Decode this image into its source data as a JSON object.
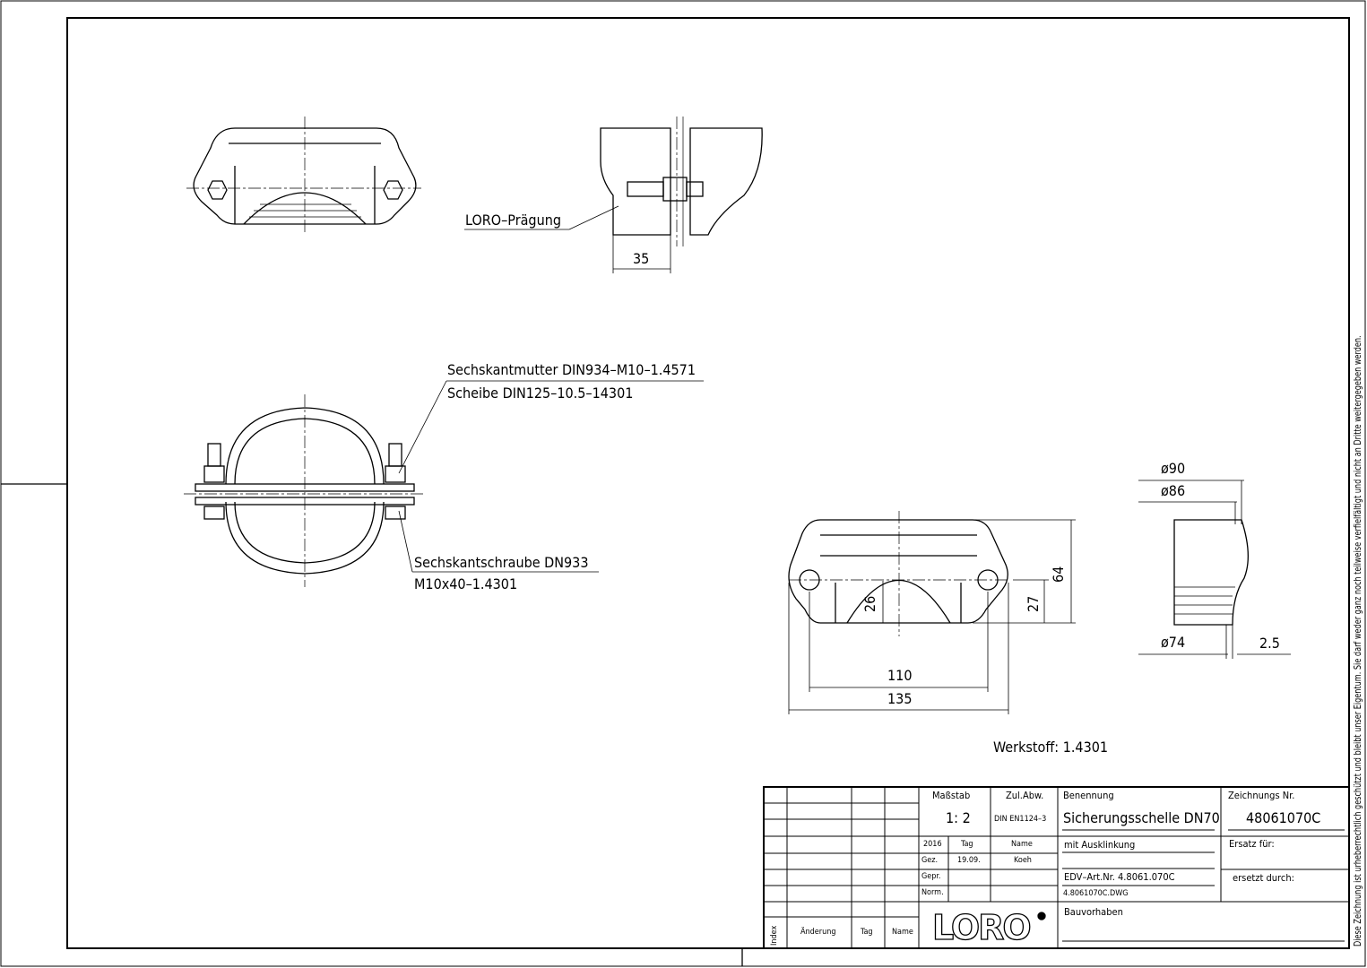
{
  "annotations": {
    "loro_embossing": "LORO–Prägung",
    "dim_35": "35",
    "nut": "Sechskantmutter DIN934–M10–1.4571",
    "washer": "Scheibe DIN125–10.5–14301",
    "bolt_line1": "Sechskantschraube DN933",
    "bolt_line2": "M10x40–1.4301",
    "dim_110": "110",
    "dim_135": "135",
    "dim_26": "26",
    "dim_27": "27",
    "dim_64": "64",
    "dia_90": "ø90",
    "dia_86": "ø86",
    "dia_74": "ø74",
    "dim_2_5": "2.5",
    "material": "Werkstoff:  1.4301"
  },
  "title_block": {
    "scale_label": "Maßstab",
    "scale_value": "1: 2",
    "tolerance_label": "Zul.Abw.",
    "tolerance_value": "DIN EN1124–3",
    "designation_label": "Benennung",
    "designation_value": "Sicherungsschelle DN70",
    "designation_line2": "mit Ausklinkung",
    "drawing_no_label": "Zeichnungs Nr.",
    "drawing_no_value": "48061070C",
    "replaces_label": "Ersatz für:",
    "replaced_by_label": "ersetzt durch:",
    "year": "2016",
    "day_label": "Tag",
    "name_label": "Name",
    "drawn_label": "Gez.",
    "drawn_date": "19.09.",
    "drawn_name": "Koeh",
    "checked_label": "Gepr.",
    "norm_label": "Norm.",
    "edv": "EDV–Art.Nr.  4.8061.070C",
    "file": "4.8061070C.DWG",
    "project_label": "Bauvorhaben",
    "rev_index": "Index",
    "rev_change": "Änderung",
    "rev_day": "Tag",
    "rev_name": "Name",
    "logo": "LORO"
  },
  "copyright_notice": "Diese Zeichnung ist urheberrechtlich geschützt und bleibt unser Eigentum. Sie darf weder ganz noch teilweise verfielfältigt und nicht an Dritte weitergegeben werden."
}
